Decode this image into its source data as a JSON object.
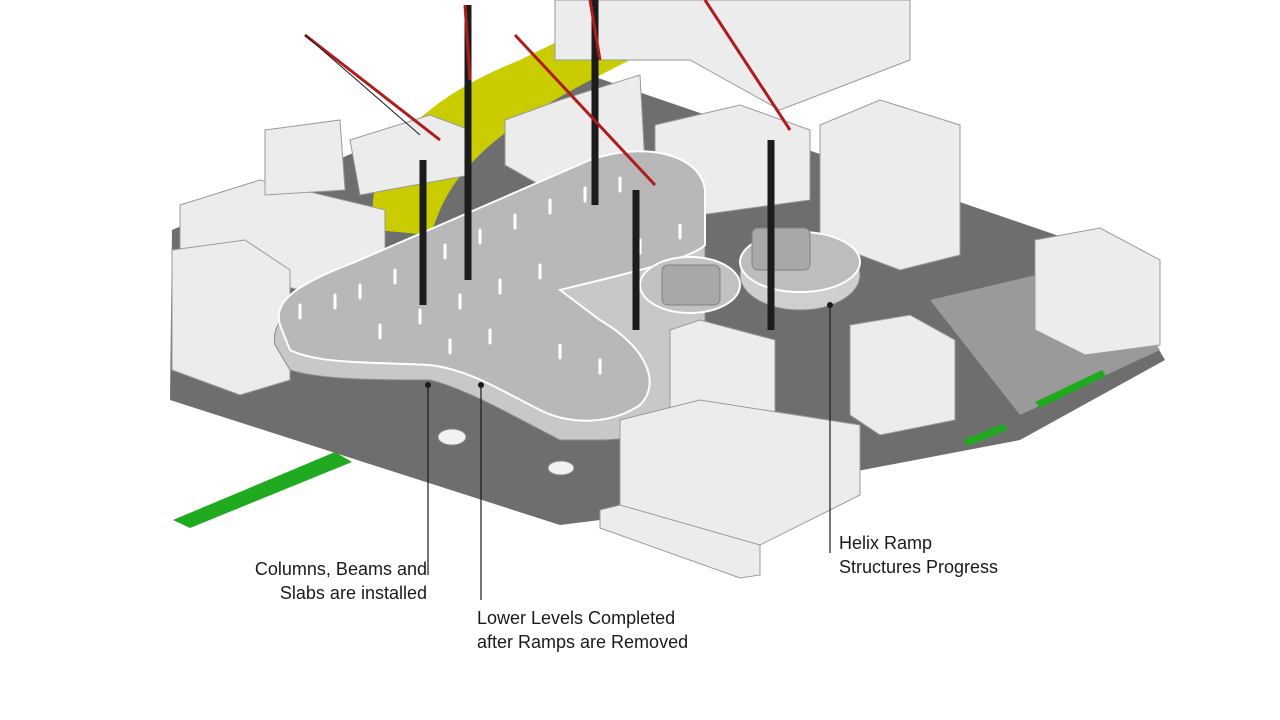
{
  "callouts": {
    "columns": {
      "line1": "Columns, Beams and",
      "line2": "Slabs are installed"
    },
    "lower": {
      "line1": "Lower Levels Completed",
      "line2": "after Ramps are Removed"
    },
    "helix": {
      "line1": "Helix Ramp",
      "line2": "Structures Progress"
    }
  },
  "colors": {
    "background": "#ffffff",
    "building": "#e8e8e8",
    "slab": "#b8b8b8",
    "street": "#6e6e6e",
    "temporary_ramp": "#c8cc00",
    "rail_green": "#1faa1f",
    "crane_red": "#b01c1c",
    "crane_mast": "#1c1c1c",
    "column": "#ffffff"
  }
}
